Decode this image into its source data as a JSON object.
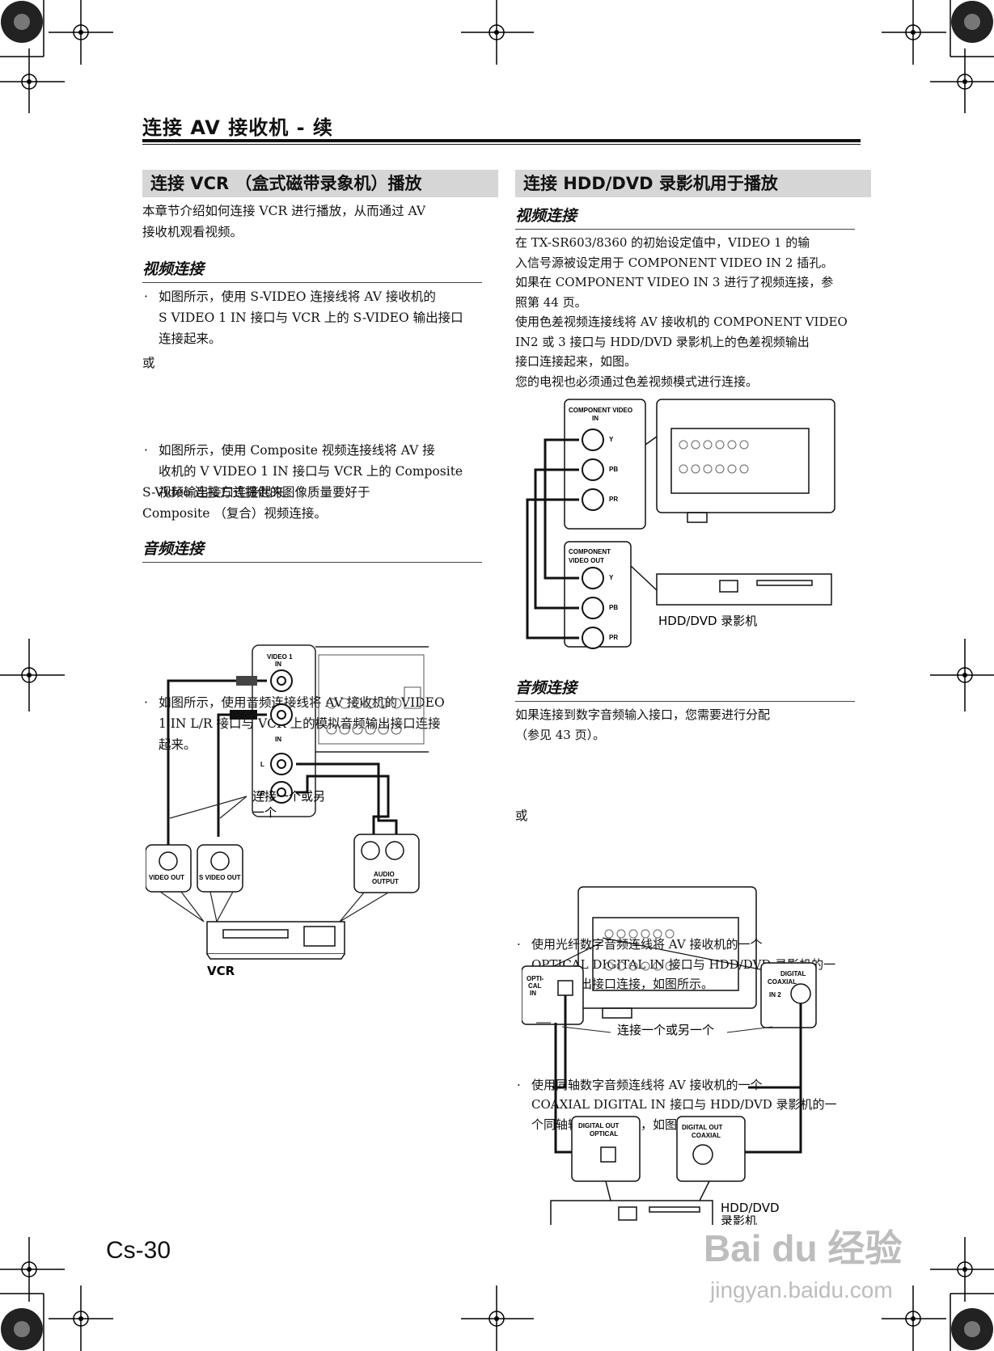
{
  "header": {
    "title": "连接 AV 接收机 - 续"
  },
  "left": {
    "section_title": "连接 VCR （盒式磁带录象机）播放",
    "intro": [
      "本章节介绍如何连接 VCR 进行播放，从而通过 AV",
      "接收机观看视频。"
    ],
    "video_heading": "视频连接",
    "video_bullet1": [
      "如图所示，使用 S-VIDEO 连接线将 AV 接收机的",
      "S VIDEO 1 IN 接口与 VCR 上的 S-VIDEO 输出接口",
      "连接起来。"
    ],
    "or1": "或",
    "video_bullet2": [
      "如图所示，使用 Composite 视频连接线将 AV 接",
      "收机的 V VIDEO 1 IN 接口与 VCR 上的 Composite",
      "视频输出接口连接起来。"
    ],
    "note": [
      "S-Video 连接方式提供的图像质量要好于",
      "Composite （复合）视频连接。"
    ],
    "audio_heading": "音频连接",
    "audio_bullet": [
      "如图所示，使用音频连接线将 AV 接收机的 VIDEO",
      "1 IN L/R 接口与 VCR 上的模拟音频输出接口连接",
      "起来。"
    ],
    "diagram": {
      "video1_in": [
        "VIDEO 1",
        "IN"
      ],
      "in_label": "IN",
      "l": "L",
      "r": "R",
      "connect_one": [
        "连接一个或另",
        "一个"
      ],
      "video_out": "VIDEO OUT",
      "s_video_out": "S VIDEO OUT",
      "audio_output": [
        "AUDIO",
        "OUTPUT"
      ],
      "vcr": "VCR"
    }
  },
  "right": {
    "section_title": "连接 HDD/DVD 录影机用于播放",
    "video_heading": "视频连接",
    "video_text": [
      "在 TX-SR603/8360 的初始设定值中，VIDEO 1 的输",
      "入信号源被设定用于 COMPONENT VIDEO IN 2 插孔。",
      "如果在 COMPONENT VIDEO IN 3 进行了视频连接，参",
      "照第 44 页。",
      "使用色差视频连接线将 AV 接收机的 COMPONENT VIDEO",
      "IN2 或 3 接口与 HDD/DVD 录影机上的色差视频输出",
      "接口连接起来，如图。",
      "您的电视也必须通过色差视频模式进行连接。"
    ],
    "diagram1": {
      "comp_in": [
        "COMPONENT VIDEO",
        "IN"
      ],
      "comp_out": [
        "COMPONENT",
        "VIDEO  OUT"
      ],
      "y": "Y",
      "pb": "PB",
      "pr": "PR",
      "recorder": "HDD/DVD 录影机"
    },
    "audio_heading": "音频连接",
    "audio_intro": [
      "如果连接到数字音频输入接口，您需要进行分配",
      "（参见 43 页）。"
    ],
    "audio_bullet1": [
      "使用光纤数字音频连线将 AV 接收机的一个",
      "OPTICAL DIGITAL IN 接口与 HDD/DVD 录影机的一",
      "个光纤输出接口连接，如图所示。"
    ],
    "or2": "或",
    "audio_bullet2": [
      "使用同轴数字音频连线将 AV 接收机的一个",
      "COAXIAL DIGITAL IN 接口与 HDD/DVD 录影机的一",
      "个同轴输出接口连接，如图所示。"
    ],
    "diagram2": {
      "optical_in": [
        "OPTI-",
        "CAL",
        "IN"
      ],
      "digital_coaxial": [
        "DIGITAL",
        "COAXIAL"
      ],
      "in2": "IN 2",
      "connect_one": "连接一个或另一个",
      "digital_out_optical": [
        "DIGITAL OUT",
        "OPTICAL"
      ],
      "digital_out_coaxial": [
        "DIGITAL OUT",
        "COAXIAL"
      ],
      "recorder": [
        "HDD/DVD",
        "录影机"
      ]
    }
  },
  "page_number": "Cs-30",
  "watermark": {
    "brand": "Bai du 经验",
    "url": "jingyan.baidu.com"
  }
}
